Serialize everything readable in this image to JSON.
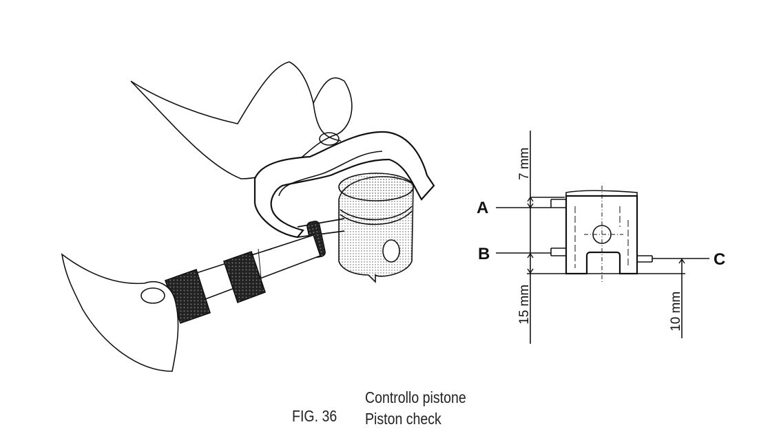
{
  "figure": {
    "number": "FIG. 36",
    "caption_it": "Controllo pistone",
    "caption_en": "Piston check"
  },
  "diagram": {
    "labels": {
      "a": "A",
      "b": "B",
      "c": "C"
    },
    "dimensions": {
      "top": "7 mm",
      "left_bottom": "15 mm",
      "right_bottom": "10 mm"
    }
  }
}
